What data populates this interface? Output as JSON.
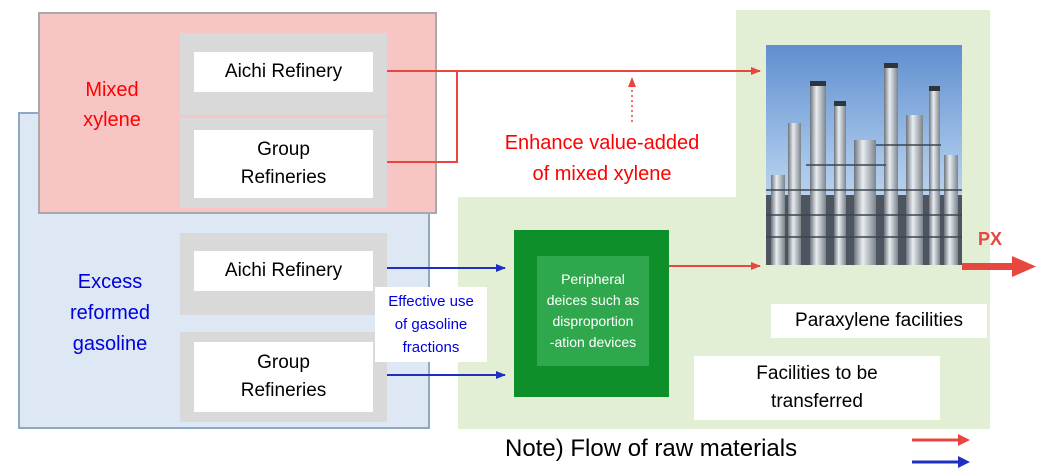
{
  "mixed_xylene": {
    "label_lines": [
      "Mixed",
      "xylene"
    ]
  },
  "excess_gasoline": {
    "label_lines": [
      "Excess",
      "reformed",
      "gasoline"
    ]
  },
  "refineries": {
    "top_aichi": "Aichi Refinery",
    "top_group": [
      "Group",
      "Refineries"
    ],
    "bottom_aichi": "Aichi Refinery",
    "bottom_group": [
      "Group",
      "Refineries"
    ]
  },
  "enhance_label": [
    "Enhance value-added",
    "of mixed xylene"
  ],
  "effective_label": [
    "Effective use",
    "of gasoline",
    "fractions"
  ],
  "peripheral_label": [
    "Peripheral",
    "deices such as",
    "disproportion",
    "-ation devices"
  ],
  "paraxylene_caption": "Paraxylene facilities",
  "facilities_caption": [
    "Facilities to be",
    "transferred"
  ],
  "px_label": "PX",
  "note": "Note) Flow of raw materials",
  "colors": {
    "red_flow": "#e8473f",
    "blue_flow": "#1f2fbf",
    "green_box": "#0f8f2a",
    "pink_panel": "#f7c6c4",
    "blue_panel": "#dde8f4",
    "green_panel": "#e3efd5"
  }
}
